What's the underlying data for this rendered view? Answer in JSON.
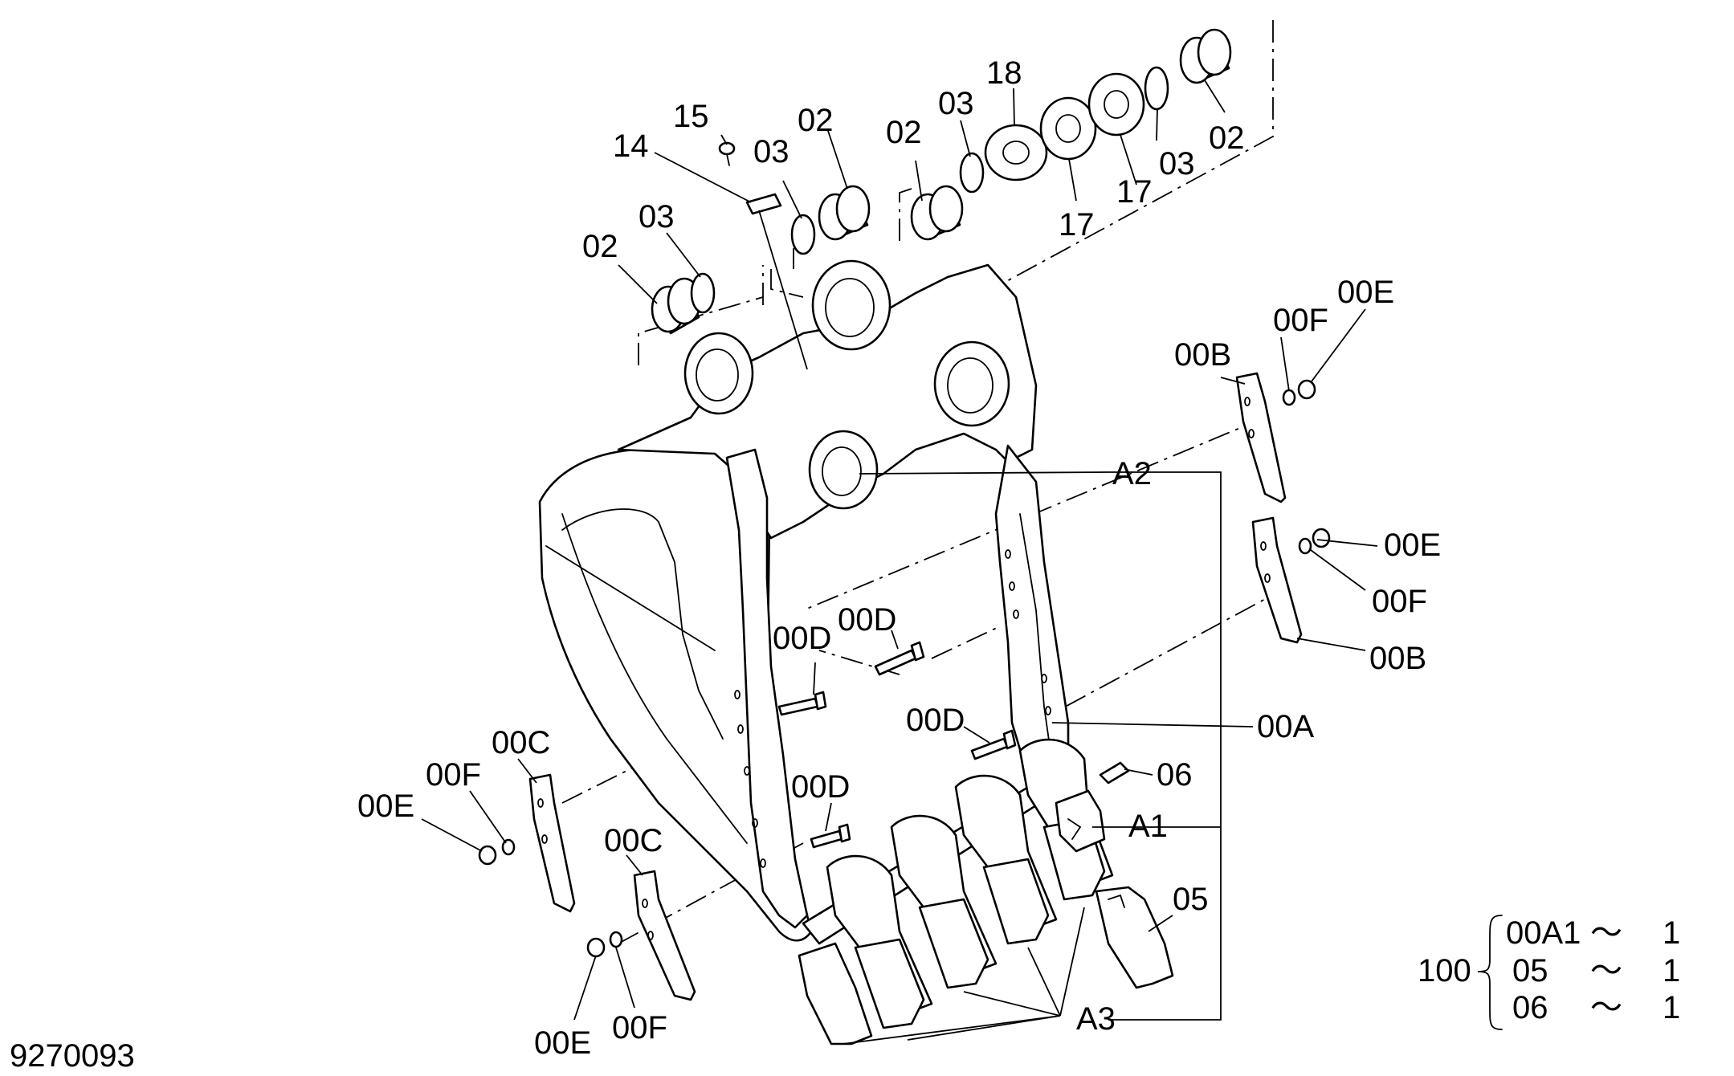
{
  "drawing_number": "9270093",
  "callouts": {
    "c15": "15",
    "c14": "14",
    "c03a": "03",
    "c02a": "02",
    "c02b": "02",
    "c03b": "03",
    "c02c": "02",
    "c03c": "03",
    "c18": "18",
    "c17a": "17",
    "c17b": "17",
    "c03d": "03",
    "c02d": "02",
    "c00E_tr": "00E",
    "c00F_tr": "00F",
    "c00B_tr": "00B",
    "cA2": "A2",
    "c00E_r": "00E",
    "c00F_r": "00F",
    "c00B_r": "00B",
    "c00D_1": "00D",
    "c00D_2": "00D",
    "c00D_3": "00D",
    "c00D_4": "00D",
    "c00A": "00A",
    "c06": "06",
    "cA1": "A1",
    "c05": "05",
    "cA3": "A3",
    "c00C_l": "00C",
    "c00F_l": "00F",
    "c00E_l": "00E",
    "c00C_b": "00C",
    "c00E_b": "00E",
    "c00F_b": "00F"
  },
  "assembly_note": {
    "parent": "100",
    "rows": [
      {
        "part": "00A1",
        "sep": "〜",
        "qty": "1"
      },
      {
        "part": "05",
        "sep": "〜",
        "qty": "1"
      },
      {
        "part": "06",
        "sep": "〜",
        "qty": "1"
      }
    ]
  }
}
